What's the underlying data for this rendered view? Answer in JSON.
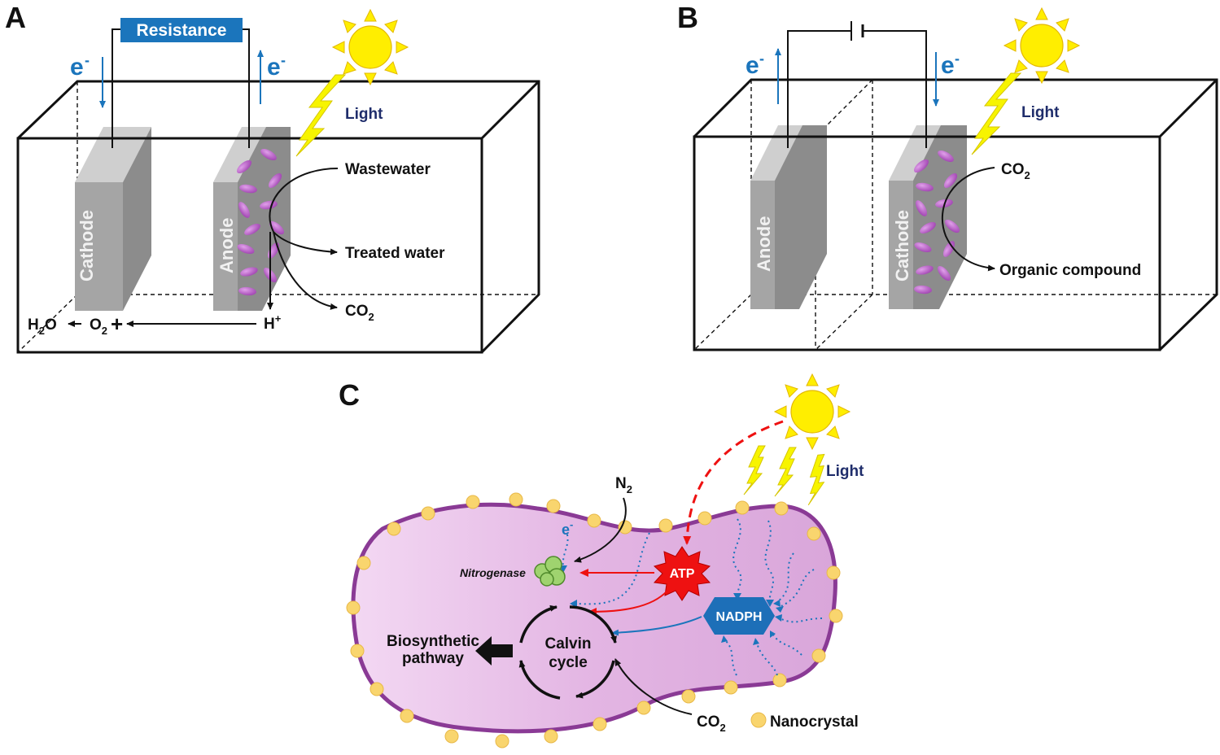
{
  "panelA": {
    "letter": "A",
    "resistance": "Resistance",
    "e_minus": "e",
    "light": "Light",
    "cathode": "Cathode",
    "anode": "Anode",
    "wastewater": "Wastewater",
    "treated_water": "Treated water",
    "co2": "CO",
    "co2_sub": "2",
    "h2o_h": "H",
    "h2o_sub": "2",
    "h2o_o": "O",
    "o2": "O",
    "o2_sub": "2",
    "plus": "+",
    "hplus": "H",
    "hplus_sup": "+"
  },
  "panelB": {
    "letter": "B",
    "e_minus": "e",
    "light": "Light",
    "anode": "Anode",
    "cathode": "Cathode",
    "co2": "CO",
    "co2_sub": "2",
    "organic": "Organic compound"
  },
  "panelC": {
    "letter": "C",
    "light": "Light",
    "n2": "N",
    "n2_sub": "2",
    "e_minus": "e",
    "nitrogenase": "Nitrogenase",
    "atp": "ATP",
    "nadph": "NADPH",
    "calvin_line1": "Calvin",
    "calvin_line2": "cycle",
    "biosynthetic_line1": "Biosynthetic",
    "biosynthetic_line2": "pathway",
    "co2": "CO",
    "co2_sub": "2",
    "nanocrystal": "Nanocrystal"
  },
  "colors": {
    "electron_blue": "#1b75bc",
    "resistance_box": "#1b75bc",
    "sun_yellow": "#ffee00",
    "lightning_yellow": "#f7f400",
    "bacteria_purple": "#a547b5",
    "cell_fill": "#e2b3e2",
    "cell_border": "#8a3a95",
    "atp_red": "#ee1111",
    "nadph_blue": "#1d6fb8",
    "nanocrystal_gold": "#f9d56e",
    "nitrogenase_green": "#9fd36f"
  }
}
